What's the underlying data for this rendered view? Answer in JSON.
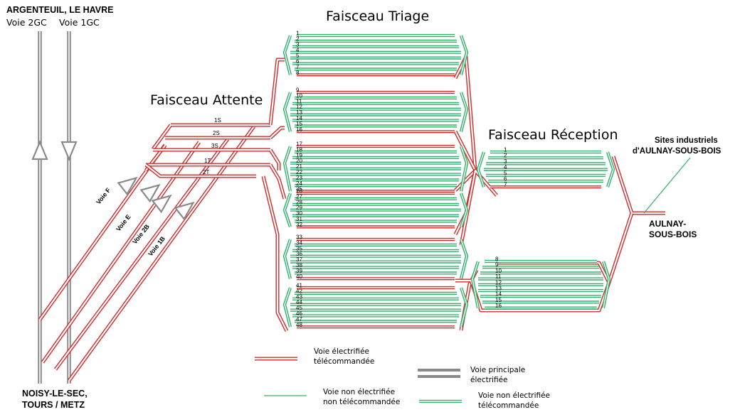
{
  "titles": {
    "triage": "Faisceau Triage",
    "attente": "Faisceau Attente",
    "reception": "Faisceau Réception"
  },
  "top_left": {
    "dest": "ARGENTEUIL,  LE HAVRE",
    "voie2gc": "Voie 2GC",
    "voie1gc": "Voie 1GC"
  },
  "bottom_left": {
    "line1": "NOISY-LE-SEC,",
    "line2": "TOURS / METZ"
  },
  "right": {
    "sites_line1": "Sites industriels",
    "sites_line2": "d'AULNAY-SOUS-BOIS",
    "aulnay_line1": "AULNAY-",
    "aulnay_line2": "SOUS-BOIS"
  },
  "voies": [
    "Voie F",
    "Voie E",
    "Voie 2B",
    "Voie 1B"
  ],
  "attente_tracks": [
    "1S",
    "2S",
    "3S",
    "1T",
    "2T"
  ],
  "triage_tracks": [
    "1",
    "2",
    "3",
    "4",
    "5",
    "6",
    "7",
    "8",
    "9",
    "10",
    "11",
    "12",
    "13",
    "14",
    "15",
    "16",
    "17",
    "18",
    "19",
    "20",
    "21",
    "22",
    "23",
    "24",
    "25",
    "26",
    "27",
    "28",
    "29",
    "30",
    "31",
    "32",
    "33",
    "34",
    "35",
    "36",
    "37",
    "38",
    "39",
    "40",
    "41",
    "42",
    "43",
    "44",
    "45",
    "46",
    "47",
    "48"
  ],
  "reception_tracks": [
    "1",
    "2",
    "3",
    "4",
    "5",
    "6",
    "7",
    "8",
    "9",
    "10",
    "11",
    "12",
    "13",
    "14",
    "15",
    "16"
  ],
  "legend": {
    "red": "Voie électrifiée télécommandée",
    "grey": "Voie principale électrifiée",
    "green_thin": "Voie non électrifiée non télécommandée",
    "green_double": "Voie non électrifiée télécommandée"
  },
  "colors": {
    "electrified": "#d42a2a",
    "non_electrified": "#2db36a",
    "main": "#8a8a8a",
    "arrow": "#8a8a8a"
  }
}
